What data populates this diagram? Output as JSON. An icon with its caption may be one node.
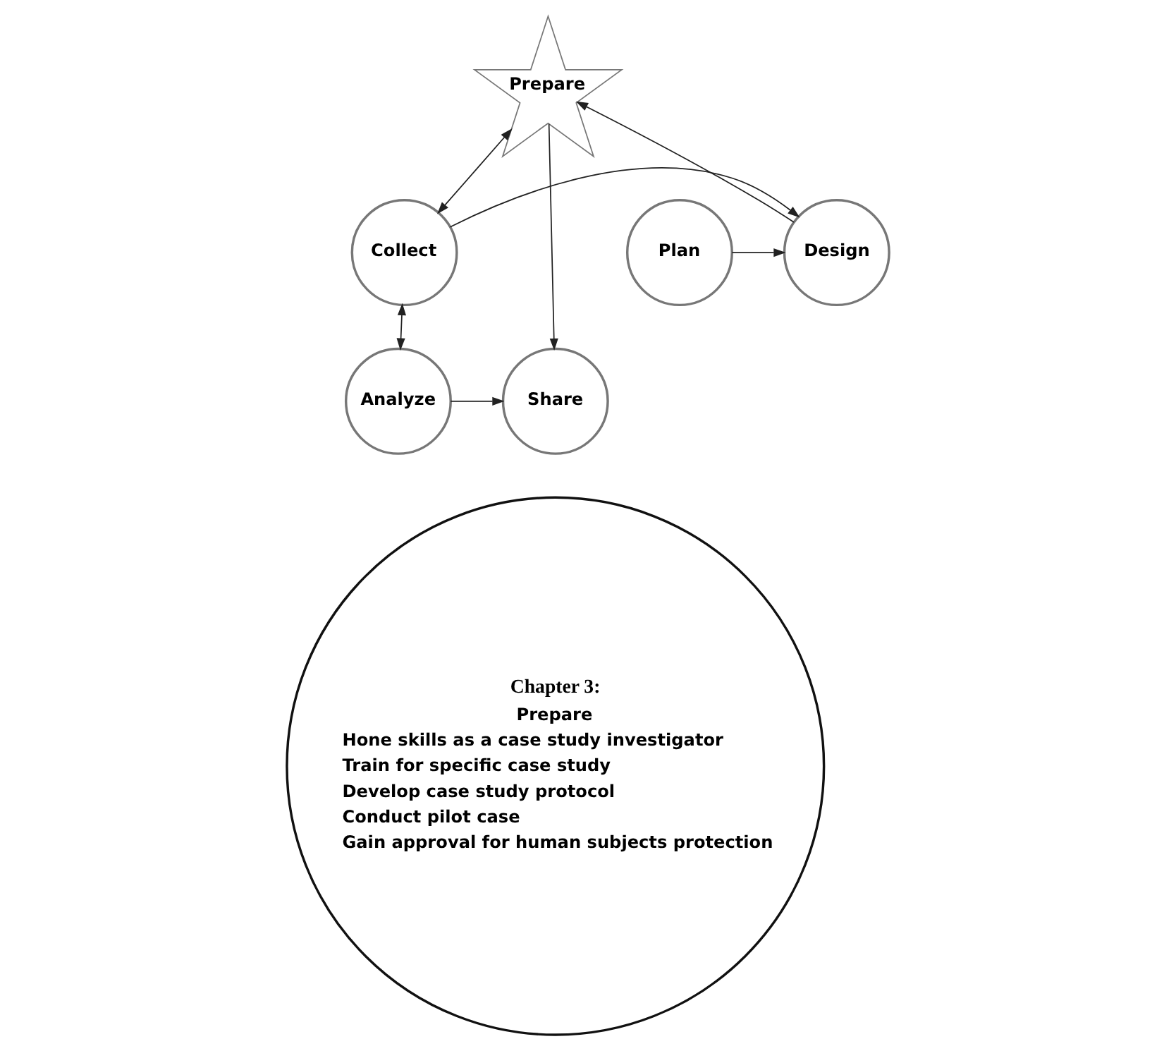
{
  "diagram": {
    "nodes": [
      {
        "text": [
          "Prepare"
        ]
      },
      {
        "text": [
          "Plan"
        ]
      },
      {
        "text": [
          "Design"
        ]
      },
      {
        "text": [
          "Collect"
        ]
      },
      {
        "text": [
          "Share"
        ]
      },
      {
        "text": [
          "Analyze"
        ]
      },
      {
        "text": [
          "Chapter 3:",
          "Prepare",
          "Hone skills as a case study investigator",
          "Train for specific case study",
          "Develop case study protocol",
          "Conduct pilot case",
          "Gain approval for human subjects protection"
        ]
      }
    ],
    "edges": [
      {
        "from": 1,
        "to": 2,
        "arrow": "to"
      },
      {
        "from": 2,
        "to": 0,
        "arrow": "to"
      },
      {
        "from": 0,
        "to": 3,
        "arrow": "both"
      },
      {
        "from": 3,
        "to": 2,
        "arrow": "to"
      },
      {
        "from": 3,
        "to": 5,
        "arrow": "both"
      },
      {
        "from": 5,
        "to": 4,
        "arrow": "to"
      },
      {
        "from": 0,
        "to": 4,
        "arrow": "to"
      }
    ]
  }
}
